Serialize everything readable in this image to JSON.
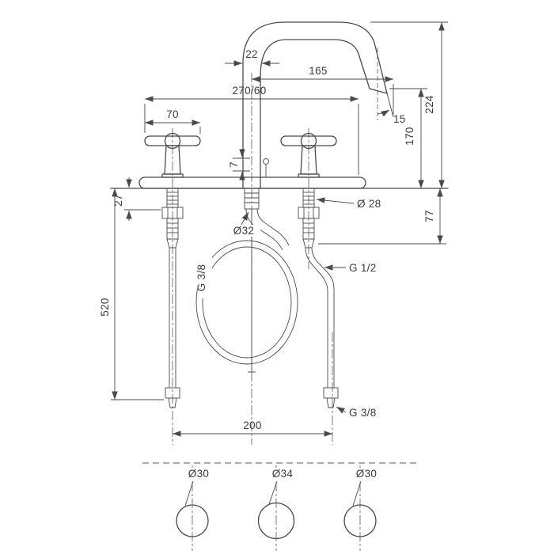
{
  "colors": {
    "line": "#4a4a4a",
    "text": "#3c3c3c",
    "background": "#ffffff"
  },
  "diagram": {
    "dims": {
      "w22": "22",
      "reach165": "165",
      "w270": "270/60",
      "w70": "70",
      "h7": "7",
      "h224": "224",
      "h170": "170",
      "a15": "15",
      "dia28": "Ø 28",
      "h27": "27",
      "dia32": "Ø32",
      "h77": "77",
      "g38_center": "G 3/8",
      "g12": "G 1/2",
      "h520": "520",
      "w200": "200",
      "g38_hose": "G 3/8",
      "hole_left": "Ø30",
      "hole_center": "Ø34",
      "hole_right": "Ø30"
    }
  }
}
